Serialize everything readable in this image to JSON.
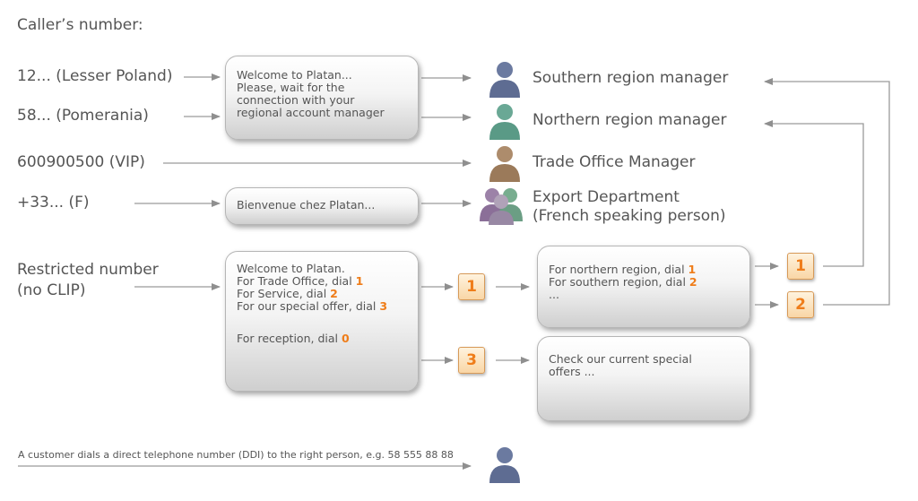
{
  "title": "Caller’s number:",
  "callers": {
    "lesser_poland": "12... (Lesser Poland)",
    "pomerania": "58... (Pomerania)",
    "vip": "600900500 (VIP)",
    "france": "+33... (F)",
    "restricted_line1": "Restricted number",
    "restricted_line2": "(no CLIP)"
  },
  "boxes": {
    "welcome_regional": [
      "Welcome to Platan...",
      "Please, wait for the",
      "connection with your",
      "regional account manager"
    ],
    "bienvenue": "Bienvenue chez Platan...",
    "main_menu": {
      "line1": "Welcome to Platan.",
      "trade_office": "For Trade Office, dial ",
      "trade_office_digit": "1",
      "service": "For Service, dial ",
      "service_digit": "2",
      "special_offer": "For our special offer, dial ",
      "special_offer_digit": "3",
      "reception": "For reception, dial ",
      "reception_digit": "0"
    },
    "region_menu": {
      "northern": "For northern region, dial ",
      "northern_digit": "1",
      "southern": "For southern region, dial ",
      "southern_digit": "2",
      "more": "..."
    },
    "special_offers": [
      "Check our current special",
      "offers ..."
    ]
  },
  "badges": {
    "menu1": "1",
    "menu3": "3",
    "region1": "1",
    "region2": "2"
  },
  "targets": {
    "southern": "Southern region manager",
    "northern": "Northern region manager",
    "trade": "Trade Office Manager",
    "export_line1": "Export Department",
    "export_line2": "(French speaking person)"
  },
  "footer": "A customer dials a direct telephone number (DDI) to the right person, e.g. 58 555 88 88",
  "colors": {
    "accent": "#ef7d1a",
    "person_blue": "#5e6c92",
    "person_green": "#5a9a86",
    "person_brown": "#9b7a5a",
    "person_purple": "#8b6f98"
  }
}
